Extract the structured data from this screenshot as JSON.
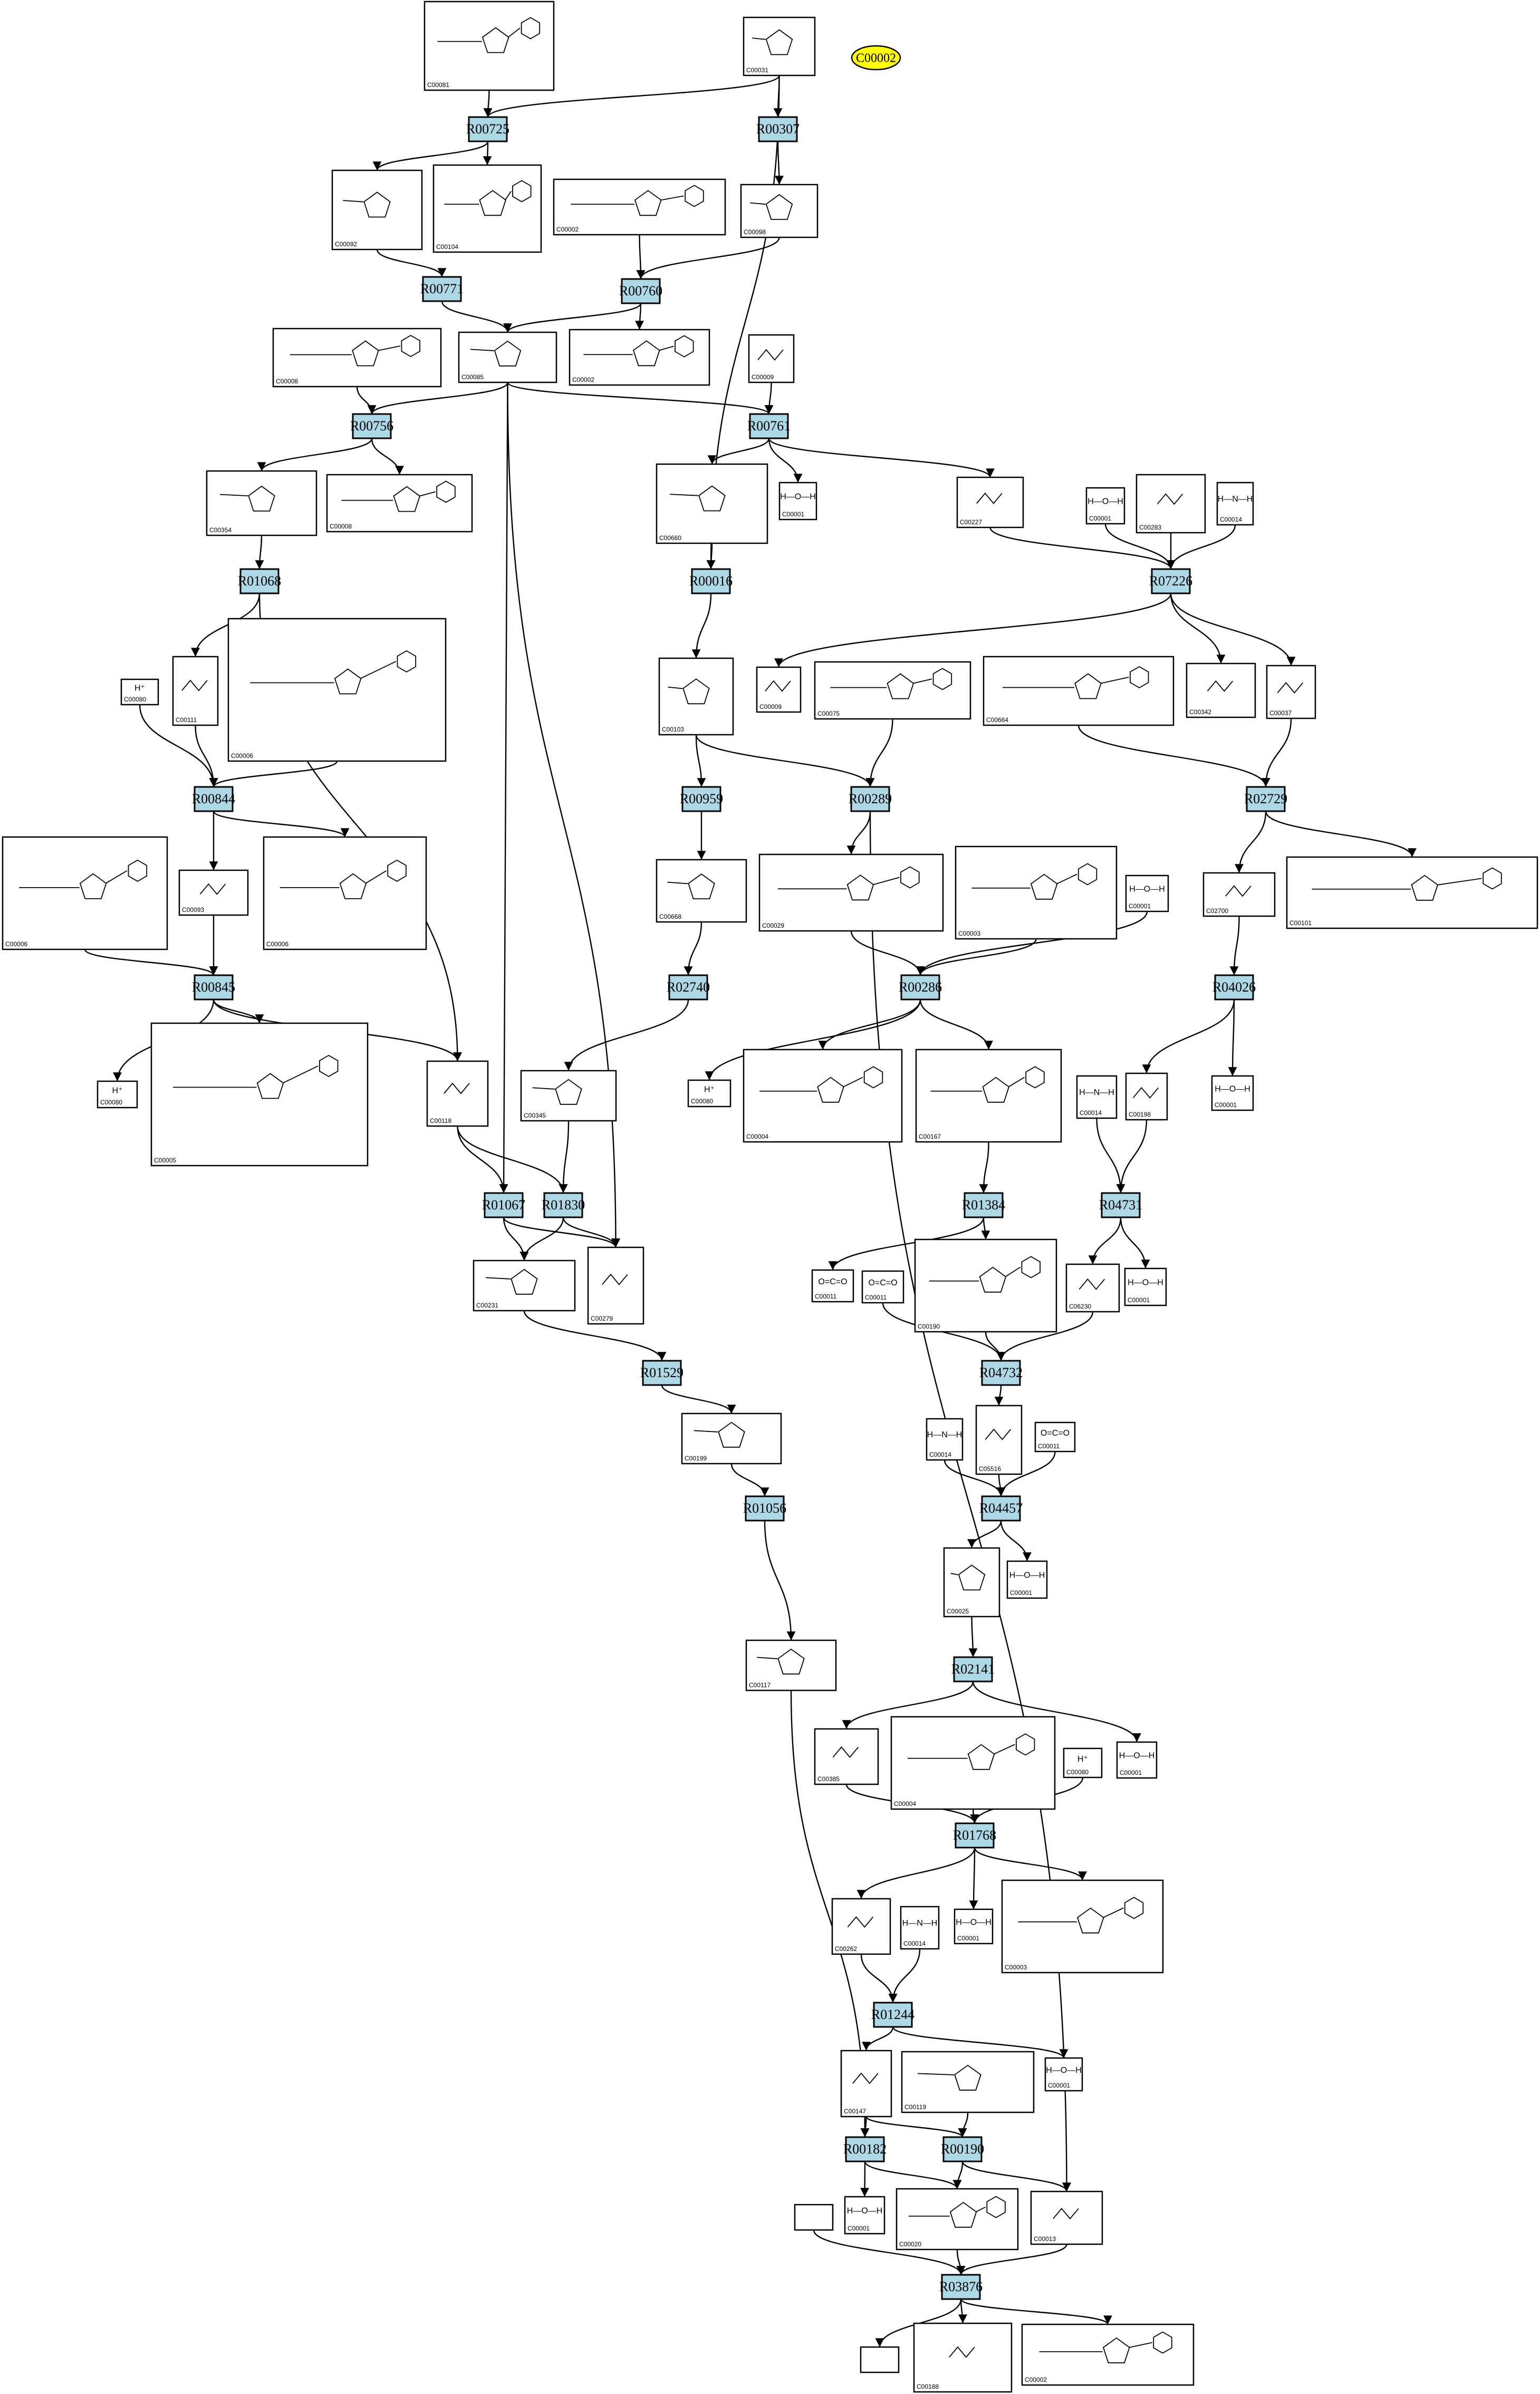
{
  "highlight": {
    "id": "hl",
    "label": "C00002"
  },
  "reactions": [
    {
      "id": "R00725",
      "label": "R00725"
    },
    {
      "id": "R00307",
      "label": "R00307"
    },
    {
      "id": "R00771",
      "label": "R00771"
    },
    {
      "id": "R00760",
      "label": "R00760"
    },
    {
      "id": "R00756",
      "label": "R00756"
    },
    {
      "id": "R00761",
      "label": "R00761"
    },
    {
      "id": "R01068",
      "label": "R01068"
    },
    {
      "id": "R00016",
      "label": "R00016"
    },
    {
      "id": "R07226",
      "label": "R07226"
    },
    {
      "id": "R00844",
      "label": "R00844"
    },
    {
      "id": "R00959",
      "label": "R00959"
    },
    {
      "id": "R00289",
      "label": "R00289"
    },
    {
      "id": "R02729",
      "label": "R02729"
    },
    {
      "id": "R00845",
      "label": "R00845"
    },
    {
      "id": "R02740",
      "label": "R02740"
    },
    {
      "id": "R00286",
      "label": "R00286"
    },
    {
      "id": "R04026",
      "label": "R04026"
    },
    {
      "id": "R01067",
      "label": "R01067"
    },
    {
      "id": "R01830",
      "label": "R01830"
    },
    {
      "id": "R01384",
      "label": "R01384"
    },
    {
      "id": "R04731",
      "label": "R04731"
    },
    {
      "id": "R01529",
      "label": "R01529"
    },
    {
      "id": "R04732",
      "label": "R04732"
    },
    {
      "id": "R01056",
      "label": "R01056"
    },
    {
      "id": "R04457",
      "label": "R04457"
    },
    {
      "id": "R02141",
      "label": "R02141"
    },
    {
      "id": "R01768",
      "label": "R01768"
    },
    {
      "id": "R01244",
      "label": "R01244"
    },
    {
      "id": "R00182",
      "label": "R00182"
    },
    {
      "id": "R00190",
      "label": "R00190"
    },
    {
      "id": "R03876",
      "label": "R03876"
    }
  ],
  "compounds": [
    {
      "id": "a1",
      "label": "C00081",
      "kind": "nuc"
    },
    {
      "id": "a2",
      "label": "C00031",
      "kind": "sugar"
    },
    {
      "id": "a3",
      "label": "C00092",
      "kind": "sugar"
    },
    {
      "id": "a4",
      "label": "C00104",
      "kind": "nuc"
    },
    {
      "id": "a5",
      "label": "C00002",
      "kind": "nuc"
    },
    {
      "id": "a6",
      "label": "C00098",
      "kind": "sugar"
    },
    {
      "id": "a7",
      "label": "C00002",
      "kind": "nuc"
    },
    {
      "id": "a8",
      "label": "C00085",
      "kind": "sugar"
    },
    {
      "id": "a9",
      "label": "C00008",
      "kind": "nuc"
    },
    {
      "id": "a10",
      "label": "C00009",
      "kind": "small"
    },
    {
      "id": "a11",
      "label": "C00354",
      "kind": "sugar"
    },
    {
      "id": "a12",
      "label": "C00008",
      "kind": "nuc"
    },
    {
      "id": "a13",
      "label": "C00001",
      "kind": "water",
      "chem": "H—O—H"
    },
    {
      "id": "a14",
      "label": "C00660",
      "kind": "sugar"
    },
    {
      "id": "a15",
      "label": "C00227",
      "kind": "small"
    },
    {
      "id": "a16",
      "label": "C00001",
      "kind": "water",
      "chem": "H—O—H"
    },
    {
      "id": "a17",
      "label": "C00283",
      "kind": "small"
    },
    {
      "id": "a18",
      "label": "C00014",
      "kind": "water",
      "chem": "H—N—H"
    },
    {
      "id": "a19",
      "label": "C00080",
      "kind": "proton",
      "chem": "H⁺"
    },
    {
      "id": "a20",
      "label": "C00111",
      "kind": "small"
    },
    {
      "id": "a21",
      "label": "C00006",
      "kind": "nuc"
    },
    {
      "id": "a22",
      "label": "C00103",
      "kind": "sugar"
    },
    {
      "id": "a23",
      "label": "C00009",
      "kind": "small"
    },
    {
      "id": "a24",
      "label": "C00075",
      "kind": "nuc"
    },
    {
      "id": "a25",
      "label": "C00664",
      "kind": "nuc"
    },
    {
      "id": "a26",
      "label": "C00342",
      "kind": "small"
    },
    {
      "id": "a27",
      "label": "C00037",
      "kind": "small"
    },
    {
      "id": "a28",
      "label": "C00006",
      "kind": "nuc"
    },
    {
      "id": "a29",
      "label": "C00093",
      "kind": "small"
    },
    {
      "id": "a30",
      "label": "C00006",
      "kind": "nuc"
    },
    {
      "id": "a31",
      "label": "C00668",
      "kind": "sugar"
    },
    {
      "id": "a32",
      "label": "C00029",
      "kind": "nuc"
    },
    {
      "id": "a33",
      "label": "C00003",
      "kind": "nuc"
    },
    {
      "id": "a34",
      "label": "C00001",
      "kind": "water",
      "chem": "H—O—H"
    },
    {
      "id": "a35",
      "label": "C02700",
      "kind": "small"
    },
    {
      "id": "a36",
      "label": "C00101",
      "kind": "nuc"
    },
    {
      "id": "a37",
      "label": "C00080",
      "kind": "proton",
      "chem": "H⁺"
    },
    {
      "id": "a38",
      "label": "C00005",
      "kind": "nuc"
    },
    {
      "id": "a39",
      "label": "C00080",
      "kind": "proton",
      "chem": "H⁺"
    },
    {
      "id": "a40",
      "label": "C00118",
      "kind": "small"
    },
    {
      "id": "a41",
      "label": "C00345",
      "kind": "sugar"
    },
    {
      "id": "a42",
      "label": "C00004",
      "kind": "nuc"
    },
    {
      "id": "a43",
      "label": "C00167",
      "kind": "nuc"
    },
    {
      "id": "a44",
      "label": "C00014",
      "kind": "water",
      "chem": "H—N—H"
    },
    {
      "id": "a45",
      "label": "C00198",
      "kind": "small"
    },
    {
      "id": "a46",
      "label": "C00001",
      "kind": "water",
      "chem": "H—O—H"
    },
    {
      "id": "a47",
      "label": "C00231",
      "kind": "sugar"
    },
    {
      "id": "a48",
      "label": "C00279",
      "kind": "small"
    },
    {
      "id": "a49",
      "label": "C00011",
      "kind": "small",
      "chem": "O=C=O"
    },
    {
      "id": "a50",
      "label": "C00011",
      "kind": "small",
      "chem": "O=C=O"
    },
    {
      "id": "a51",
      "label": "C00190",
      "kind": "nuc"
    },
    {
      "id": "a52",
      "label": "C06230",
      "kind": "small"
    },
    {
      "id": "a53",
      "label": "C00001",
      "kind": "water",
      "chem": "H—O—H"
    },
    {
      "id": "a54",
      "label": "C00199",
      "kind": "sugar"
    },
    {
      "id": "a55",
      "label": "C00014",
      "kind": "water",
      "chem": "H—N—H"
    },
    {
      "id": "a56",
      "label": "C05516",
      "kind": "small"
    },
    {
      "id": "a57",
      "label": "C00011",
      "kind": "small",
      "chem": "O=C=O"
    },
    {
      "id": "a58",
      "label": "C00025",
      "kind": "sugar"
    },
    {
      "id": "a59",
      "label": "C00001",
      "kind": "water",
      "chem": "H—O—H"
    },
    {
      "id": "a60",
      "label": "C00117",
      "kind": "sugar"
    },
    {
      "id": "a61",
      "label": "C00385",
      "kind": "small"
    },
    {
      "id": "a62",
      "label": "C00004",
      "kind": "nuc"
    },
    {
      "id": "a63",
      "label": "C00080",
      "kind": "proton",
      "chem": "H⁺"
    },
    {
      "id": "a64",
      "label": "C00001",
      "kind": "water",
      "chem": "H—O—H"
    },
    {
      "id": "a65",
      "label": "C00262",
      "kind": "small"
    },
    {
      "id": "a66",
      "label": "C00014",
      "kind": "water",
      "chem": "H—N—H"
    },
    {
      "id": "a67",
      "label": "C00001",
      "kind": "water",
      "chem": "H—O—H"
    },
    {
      "id": "a68",
      "label": "C00003",
      "kind": "nuc"
    },
    {
      "id": "a69",
      "label": "C00001",
      "kind": "water",
      "chem": "H—O—H"
    },
    {
      "id": "a70",
      "label": "C00147",
      "kind": "small"
    },
    {
      "id": "a71",
      "label": "C00119",
      "kind": "sugar"
    },
    {
      "id": "a72",
      "label": "C00001",
      "kind": "water",
      "chem": "H—O—H"
    },
    {
      "id": "a73",
      "label": "C00020",
      "kind": "nuc"
    },
    {
      "id": "a74",
      "label": "C00013",
      "kind": "small"
    },
    {
      "id": "a75",
      "label": "",
      "kind": "empty"
    },
    {
      "id": "a76",
      "label": "",
      "kind": "empty"
    },
    {
      "id": "a77",
      "label": "C00188",
      "kind": "small"
    },
    {
      "id": "a78",
      "label": "C00002",
      "kind": "nuc"
    }
  ],
  "edges": [
    [
      "a1",
      "R00725"
    ],
    [
      "a2",
      "R00725"
    ],
    [
      "a2",
      "R00307"
    ],
    [
      "a2",
      "R00016"
    ],
    [
      "R00725",
      "a3"
    ],
    [
      "R00725",
      "a4"
    ],
    [
      "R00307",
      "a6"
    ],
    [
      "a3",
      "R00771"
    ],
    [
      "a5",
      "R00760"
    ],
    [
      "a6",
      "R00760"
    ],
    [
      "R00771",
      "a8"
    ],
    [
      "R00760",
      "a8"
    ],
    [
      "R00760",
      "a7"
    ],
    [
      "a8",
      "R00756"
    ],
    [
      "a9",
      "R00756"
    ],
    [
      "a8",
      "R00761"
    ],
    [
      "a10",
      "R00761"
    ],
    [
      "a8",
      "R01067"
    ],
    [
      "a8",
      "a48"
    ],
    [
      "R00756",
      "a11"
    ],
    [
      "R00756",
      "a12"
    ],
    [
      "R00761",
      "a13"
    ],
    [
      "R00761",
      "a15"
    ],
    [
      "R00761",
      "a14"
    ],
    [
      "a14",
      "R00016"
    ],
    [
      "a11",
      "R01068"
    ],
    [
      "a15",
      "R07226"
    ],
    [
      "a16",
      "R07226"
    ],
    [
      "a17",
      "R07226"
    ],
    [
      "a18",
      "R07226"
    ],
    [
      "R07226",
      "a23"
    ],
    [
      "R07226",
      "a26"
    ],
    [
      "R07226",
      "a27"
    ],
    [
      "R01068",
      "a20"
    ],
    [
      "R01068",
      "a40"
    ],
    [
      "a19",
      "R00844"
    ],
    [
      "a20",
      "R00844"
    ],
    [
      "a21",
      "R00844"
    ],
    [
      "R00016",
      "a22"
    ],
    [
      "a22",
      "R00959"
    ],
    [
      "a22",
      "R00289"
    ],
    [
      "a24",
      "R00289"
    ],
    [
      "a25",
      "R02729"
    ],
    [
      "a27",
      "R02729"
    ],
    [
      "R00844",
      "a29"
    ],
    [
      "R00844",
      "a30"
    ],
    [
      "a28",
      "R00845"
    ],
    [
      "a29",
      "R00845"
    ],
    [
      "R00959",
      "a31"
    ],
    [
      "a31",
      "R02740"
    ],
    [
      "R00289",
      "a32"
    ],
    [
      "R00289",
      "a74"
    ],
    [
      "R02729",
      "a35"
    ],
    [
      "R02729",
      "a36"
    ],
    [
      "R00845",
      "a37"
    ],
    [
      "R00845",
      "a38"
    ],
    [
      "R00845",
      "a40"
    ],
    [
      "R02740",
      "a41"
    ],
    [
      "a32",
      "R00286"
    ],
    [
      "a33",
      "R00286"
    ],
    [
      "a34",
      "R00286"
    ],
    [
      "R00286",
      "a39"
    ],
    [
      "R00286",
      "a42"
    ],
    [
      "R00286",
      "a43"
    ],
    [
      "a35",
      "R04026"
    ],
    [
      "R04026",
      "a45"
    ],
    [
      "R04026",
      "a46"
    ],
    [
      "a40",
      "R01067"
    ],
    [
      "a40",
      "R01830"
    ],
    [
      "a41",
      "R01830"
    ],
    [
      "R01067",
      "a47"
    ],
    [
      "R01067",
      "a48"
    ],
    [
      "R01830",
      "a47"
    ],
    [
      "R01830",
      "a48"
    ],
    [
      "a43",
      "R01384"
    ],
    [
      "R01384",
      "a49"
    ],
    [
      "R01384",
      "a51"
    ],
    [
      "a44",
      "R04731"
    ],
    [
      "a45",
      "R04731"
    ],
    [
      "R04731",
      "a52"
    ],
    [
      "R04731",
      "a53"
    ],
    [
      "a47",
      "R01529"
    ],
    [
      "R01529",
      "a54"
    ],
    [
      "a50",
      "R04732"
    ],
    [
      "a51",
      "R04732"
    ],
    [
      "a52",
      "R04732"
    ],
    [
      "R04732",
      "a56"
    ],
    [
      "a54",
      "R01056"
    ],
    [
      "R01056",
      "a60"
    ],
    [
      "a55",
      "R04457"
    ],
    [
      "a56",
      "R04457"
    ],
    [
      "a57",
      "R04457"
    ],
    [
      "R04457",
      "a58"
    ],
    [
      "R04457",
      "a59"
    ],
    [
      "a58",
      "R02141"
    ],
    [
      "R02141",
      "a61"
    ],
    [
      "R02141",
      "a64"
    ],
    [
      "a61",
      "R01768"
    ],
    [
      "a62",
      "R01768"
    ],
    [
      "a63",
      "R01768"
    ],
    [
      "R01768",
      "a65"
    ],
    [
      "R01768",
      "a67"
    ],
    [
      "R01768",
      "a68"
    ],
    [
      "a65",
      "R01244"
    ],
    [
      "a66",
      "R01244"
    ],
    [
      "R01244",
      "a70"
    ],
    [
      "R01244",
      "a69"
    ],
    [
      "a70",
      "R00182"
    ],
    [
      "a70",
      "R00190"
    ],
    [
      "a71",
      "R00190"
    ],
    [
      "a60",
      "R00182"
    ],
    [
      "R00182",
      "a72"
    ],
    [
      "R00182",
      "a73"
    ],
    [
      "R00190",
      "a73"
    ],
    [
      "R00190",
      "a74"
    ],
    [
      "a73",
      "R03876"
    ],
    [
      "a74",
      "R03876"
    ],
    [
      "a75",
      "R03876"
    ],
    [
      "R03876",
      "a76"
    ],
    [
      "R03876",
      "a77"
    ],
    [
      "R03876",
      "a78"
    ]
  ]
}
